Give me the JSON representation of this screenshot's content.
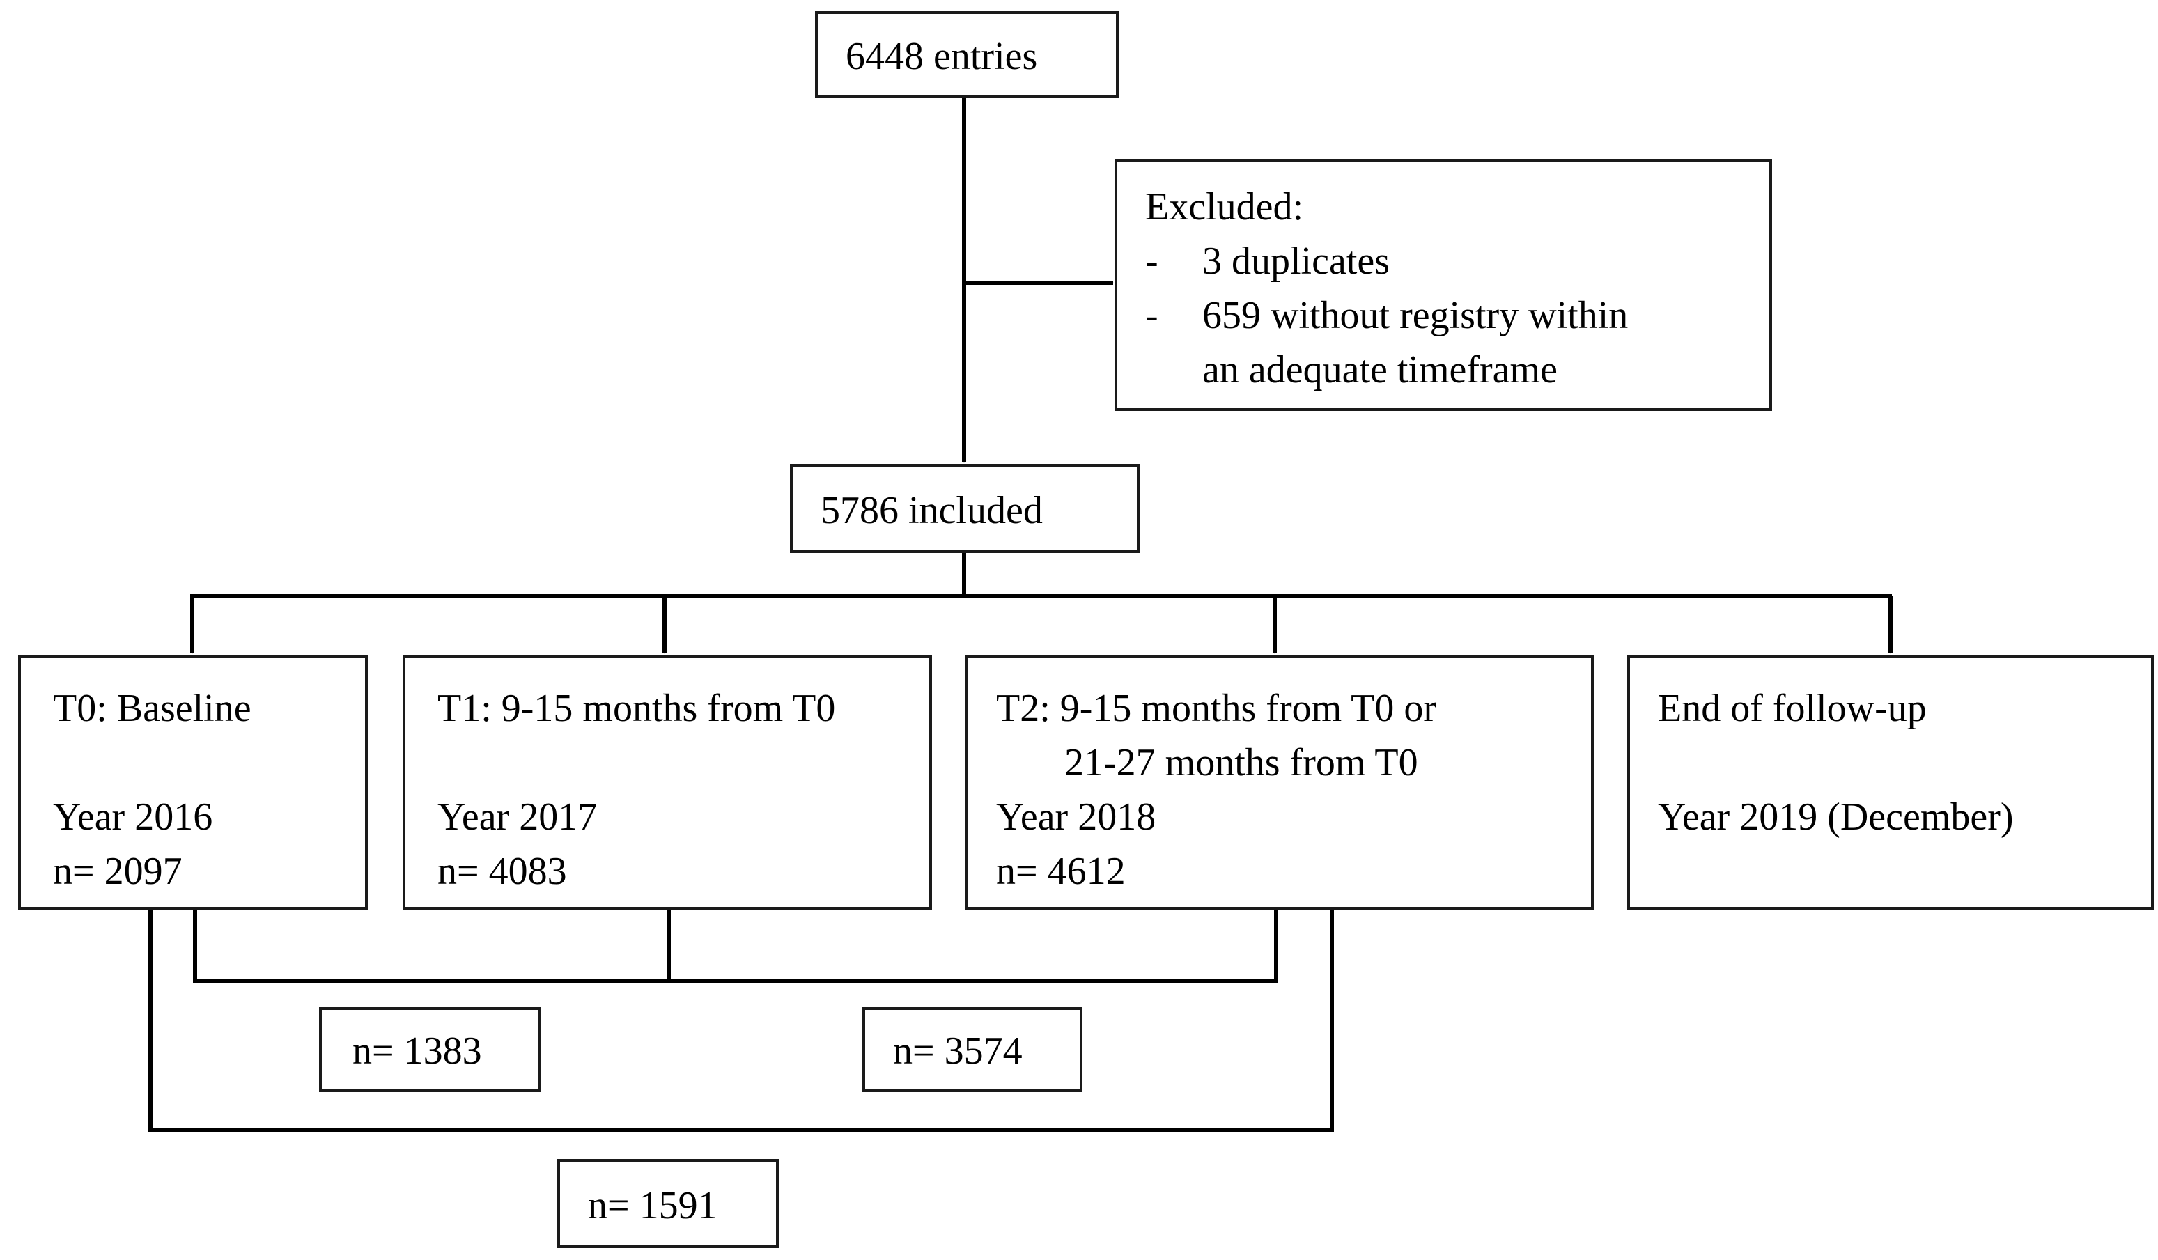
{
  "flowchart": {
    "entries": {
      "text": "6448 entries"
    },
    "excluded": {
      "heading": "Excluded:",
      "items": [
        {
          "dash": "-",
          "text": "3 duplicates"
        },
        {
          "dash": "-",
          "text": "659 without registry within",
          "continuation": "an adequate timeframe"
        }
      ]
    },
    "included": {
      "text": "5786 included"
    },
    "timepoints": {
      "t0": {
        "title": "T0: Baseline",
        "year": "Year 2016",
        "n": "n= 2097"
      },
      "t1": {
        "title": "T1: 9-15 months from T0",
        "year": "Year 2017",
        "n": "n= 4083"
      },
      "t2": {
        "title": "T2: 9-15 months from T0 or",
        "title_cont": "21-27 months from T0",
        "year": "Year 2018",
        "n": "n= 4612"
      },
      "end": {
        "title": "End of follow-up",
        "year": "Year 2019 (December)"
      }
    },
    "overlaps": {
      "t0_t1": "n= 1383",
      "t1_t2": "n= 3574",
      "t0_t2": "n= 1591"
    }
  },
  "colors": {
    "line": "#000000",
    "box_border": "#1a1a1a",
    "background": "#ffffff"
  }
}
